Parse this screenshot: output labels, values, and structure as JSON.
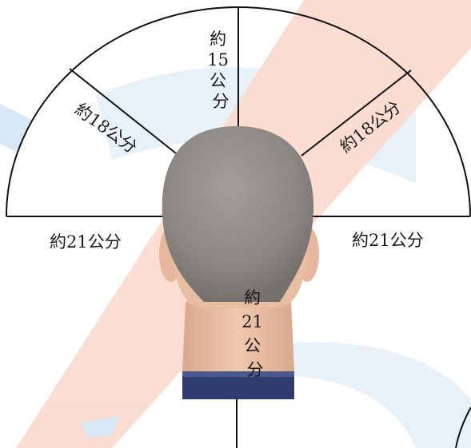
{
  "diagram": {
    "labels": {
      "top": "約15公分",
      "upper_left": "約18公分",
      "upper_right": "約18公分",
      "left": "約21公分",
      "right": "約21公分",
      "bottom": "約21公分"
    }
  },
  "colors": {
    "background": "#ffffff",
    "watermark_blue": "#d6e4f3",
    "watermark_orange": "#f5b39a",
    "line": "#111111",
    "hair": "#8e8a86",
    "skin": "#e8bea3",
    "collar": "#2f3c6e"
  }
}
